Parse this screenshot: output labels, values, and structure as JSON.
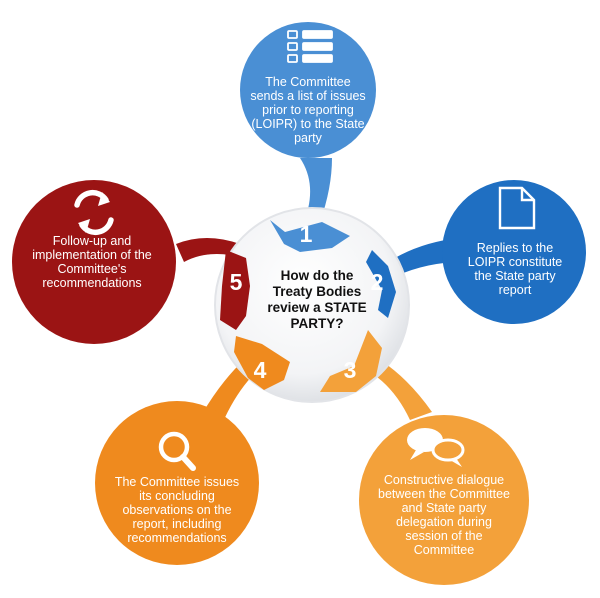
{
  "center": {
    "question": "How do the Treaty Bodies review a STATE PARTY?"
  },
  "steps": [
    {
      "number": "1",
      "text": "The Committee sends a list of issues prior to reporting (LOIPR) to the State party",
      "color": "#4a8fd4",
      "icon": "list-icon"
    },
    {
      "number": "2",
      "text": "Replies to the LOIPR constitute the State party report",
      "color": "#1f6fc2",
      "icon": "document-icon"
    },
    {
      "number": "3",
      "text": "Constructive dialogue between the Committee and State party delegation during session of the Committee",
      "color": "#f3a13a",
      "icon": "speech-bubbles-icon"
    },
    {
      "number": "4",
      "text": "The Committee issues its concluding observations on the report, including recommendations",
      "color": "#ef8a1e",
      "icon": "magnifier-icon"
    },
    {
      "number": "5",
      "text": "Follow-up and implementation of the Committee's recommendations",
      "color": "#9b1414",
      "icon": "refresh-icon"
    }
  ]
}
